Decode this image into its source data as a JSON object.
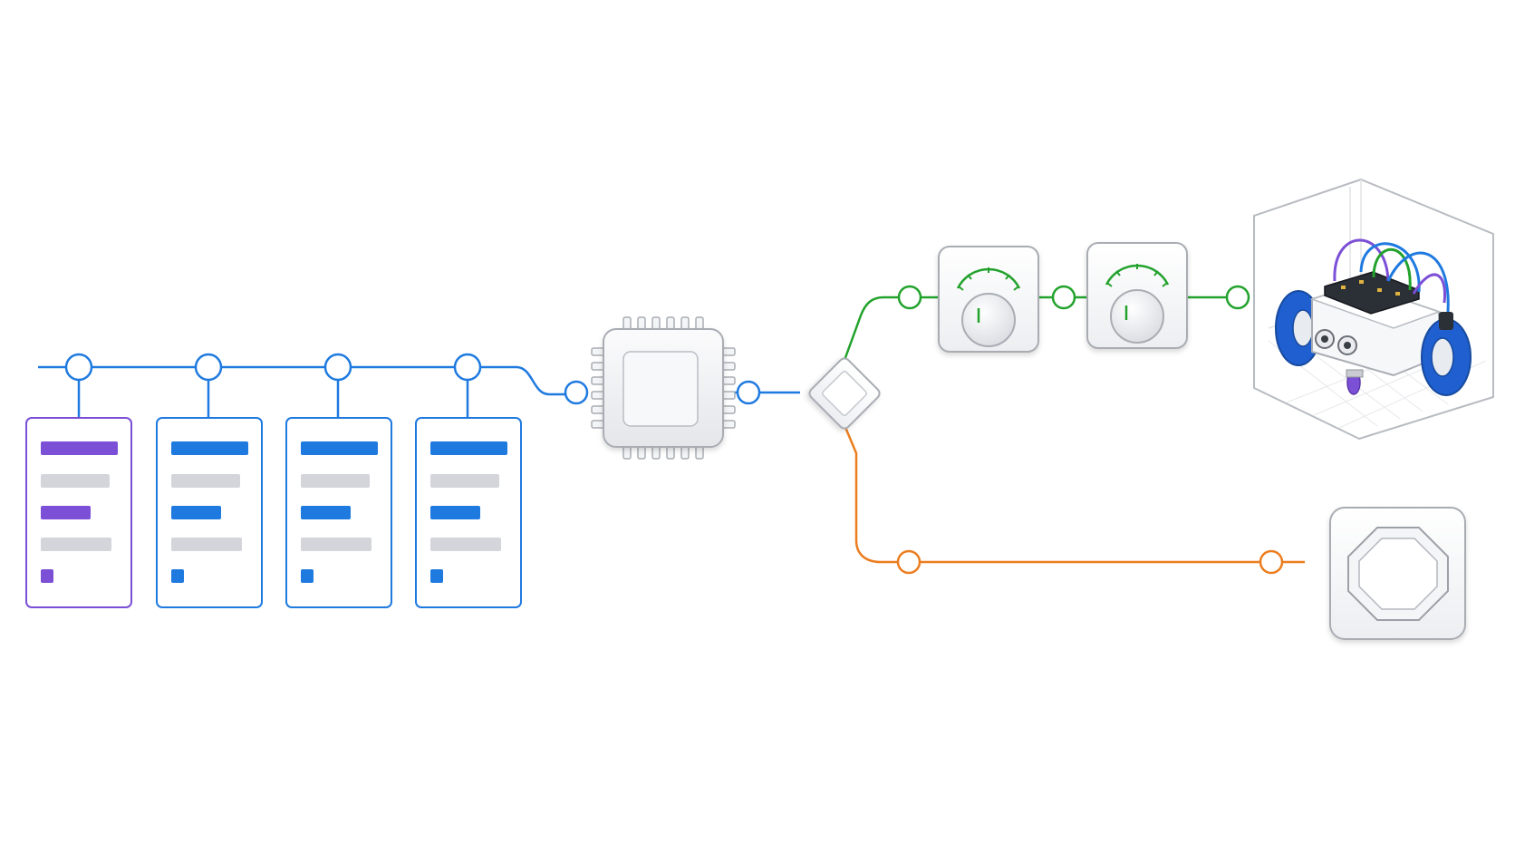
{
  "colors": {
    "background": "#ffffff",
    "bus_blue": "#1f7ae0",
    "purple_accent": "#7b4fd6",
    "bar_gray": "#d3d5da",
    "signal_green": "#22a22c",
    "signal_orange": "#eb7d1f",
    "device_stroke": "#a9adb3",
    "device_fill": "#f2f3f5",
    "robot_wheel": "#1f5fcf",
    "robot_board": "#2b2f36"
  },
  "cards": [
    {
      "name": "data-card-1",
      "accent": "purple",
      "selected": true
    },
    {
      "name": "data-card-2",
      "accent": "blue",
      "selected": false
    },
    {
      "name": "data-card-3",
      "accent": "blue",
      "selected": false
    },
    {
      "name": "data-card-4",
      "accent": "blue",
      "selected": false
    }
  ],
  "nodes": {
    "processor": {
      "icon": "chip-icon"
    },
    "router": {
      "icon": "diamond-router-icon"
    },
    "dial_1": {
      "icon": "knob-dial-icon"
    },
    "dial_2": {
      "icon": "knob-dial-icon"
    },
    "robot": {
      "icon": "robot-car-icon"
    },
    "stop": {
      "icon": "octagon-stop-icon"
    }
  },
  "connections": [
    {
      "from": "data-cards",
      "to": "processor",
      "color": "bus_blue"
    },
    {
      "from": "processor",
      "to": "router",
      "color": "bus_blue"
    },
    {
      "from": "router",
      "to": "dial_1",
      "color": "signal_green"
    },
    {
      "from": "dial_1",
      "to": "dial_2",
      "color": "signal_green"
    },
    {
      "from": "dial_2",
      "to": "robot",
      "color": "signal_green"
    },
    {
      "from": "router",
      "to": "stop",
      "color": "signal_orange"
    }
  ]
}
